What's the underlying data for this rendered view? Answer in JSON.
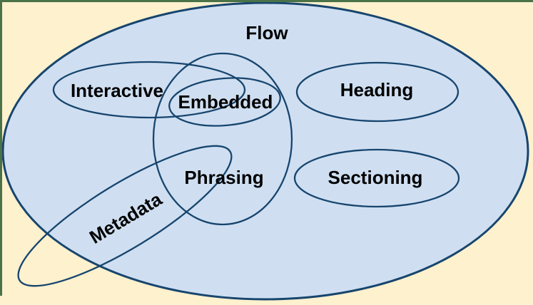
{
  "diagram": {
    "description": "Euler diagram of HTML content categories",
    "labels": {
      "flow": "Flow",
      "interactive": "Interactive",
      "embedded": "Embedded",
      "heading": "Heading",
      "phrasing": "Phrasing",
      "sectioning": "Sectioning",
      "metadata": "Metadata"
    },
    "colors": {
      "background": "#fdf1ce",
      "frame_border": "#4a7248",
      "flow_fill": "#cfdff1",
      "ellipse_stroke": "#17456e",
      "label_text": "#000000"
    }
  }
}
